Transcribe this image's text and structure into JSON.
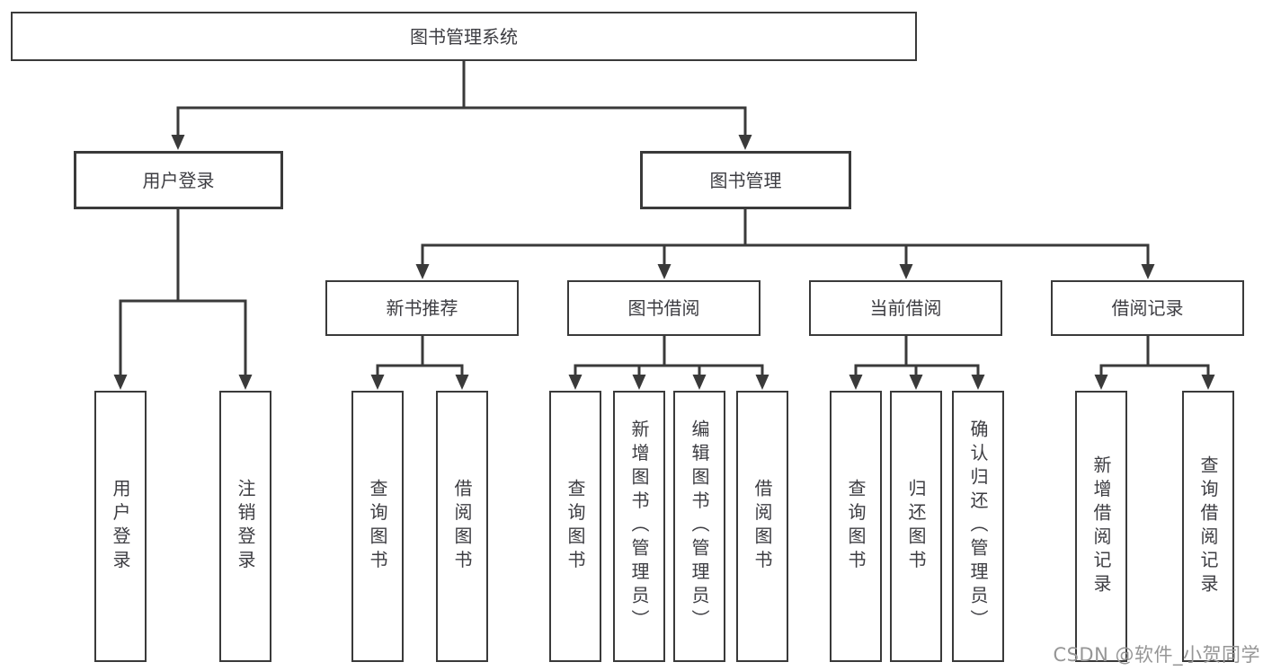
{
  "diagram_title": "图书管理系统",
  "watermark": "CSDN @软件_小贺同学",
  "colors": {
    "line": "#3a3a3a",
    "box_border": "#3a3a3a",
    "text": "#3d3d42",
    "watermark": "#969696",
    "background": "#ffffff"
  },
  "tree": {
    "root": "图书管理系统",
    "children": [
      {
        "label": "用户登录",
        "children": [
          "用户登录",
          "注销登录"
        ]
      },
      {
        "label": "图书管理",
        "children": [
          {
            "label": "新书推荐",
            "children": [
              "查询图书",
              "借阅图书"
            ]
          },
          {
            "label": "图书借阅",
            "children": [
              "查询图书",
              "新增图书（管理员）",
              "编辑图书（管理员）",
              "借阅图书"
            ]
          },
          {
            "label": "当前借阅",
            "children": [
              "查询图书",
              "归还图书",
              "确认归还（管理员）"
            ]
          },
          {
            "label": "借阅记录",
            "children": [
              "新增借阅记录",
              "查询借阅记录"
            ]
          }
        ]
      }
    ]
  }
}
